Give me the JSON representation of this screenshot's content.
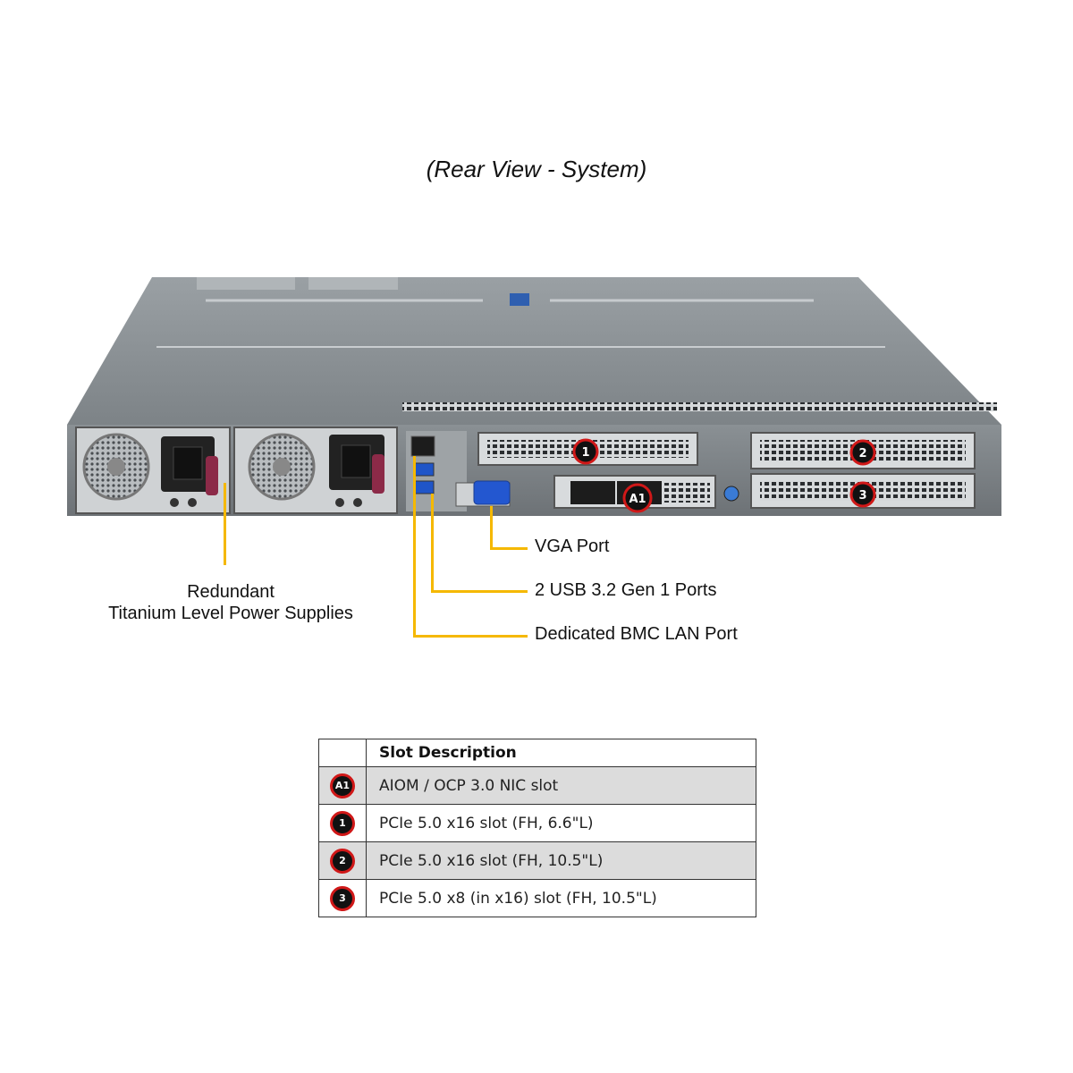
{
  "title": "(Rear View - System)",
  "server": {
    "slot_badges": {
      "a1": "A1",
      "s1": "1",
      "s2": "2",
      "s3": "3"
    }
  },
  "callouts": {
    "power_supplies": {
      "line1": "Redundant",
      "line2": "Titanium Level Power Supplies"
    },
    "vga": "VGA Port",
    "usb": "2 USB 3.2 Gen 1 Ports",
    "bmc": "Dedicated BMC LAN Port"
  },
  "colors": {
    "callout": "#f5b800",
    "badge_ring": "#d01818"
  },
  "slot_table": {
    "header": "Slot Description",
    "rows": [
      {
        "badge": "A1",
        "description": "AIOM / OCP 3.0 NIC slot"
      },
      {
        "badge": "1",
        "description": "PCIe 5.0 x16 slot (FH, 6.6\"L)"
      },
      {
        "badge": "2",
        "description": "PCIe 5.0 x16 slot (FH, 10.5\"L)"
      },
      {
        "badge": "3",
        "description": "PCIe 5.0 x8 (in x16) slot (FH, 10.5\"L)"
      }
    ]
  }
}
